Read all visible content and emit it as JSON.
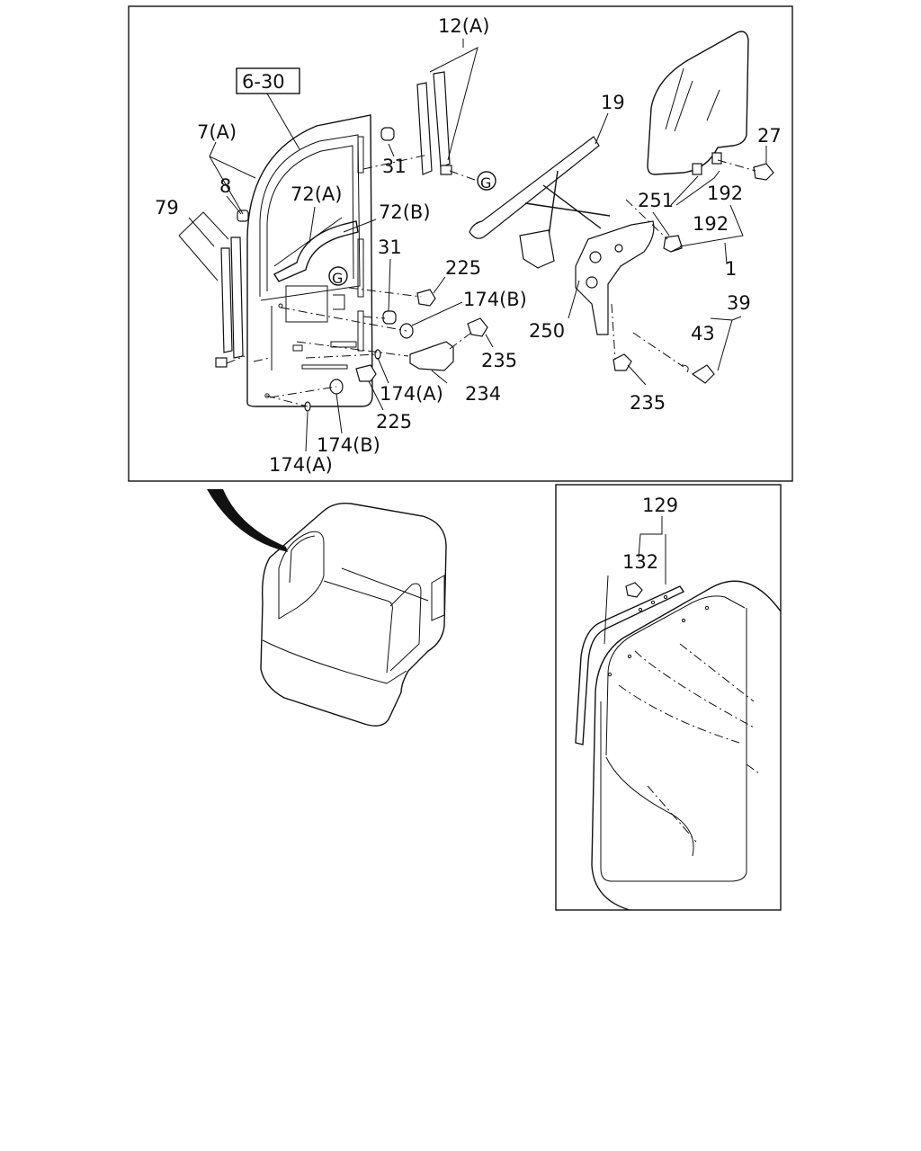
{
  "diagram": {
    "reference_box": "6-30",
    "callouts": {
      "c12a": "12(A)",
      "c19": "19",
      "c27": "27",
      "c7a": "7(A)",
      "c8": "8",
      "c79": "79",
      "c72a": "72(A)",
      "c72b": "72(B)",
      "c31_top": "31",
      "c31_mid": "31",
      "cG_top": "G",
      "cG_mid": "G",
      "c225_top": "225",
      "c225_bot": "225",
      "c174b_top": "174(B)",
      "c174b_bot": "174(B)",
      "c174a_mid": "174(A)",
      "c174a_bot": "174(A)",
      "c235_mid": "235",
      "c235_bot": "235",
      "c234": "234",
      "c251": "251",
      "c192_a": "192",
      "c192_b": "192",
      "c1": "1",
      "c250": "250",
      "c39": "39",
      "c43": "43",
      "c129": "129",
      "c132": "132"
    }
  }
}
